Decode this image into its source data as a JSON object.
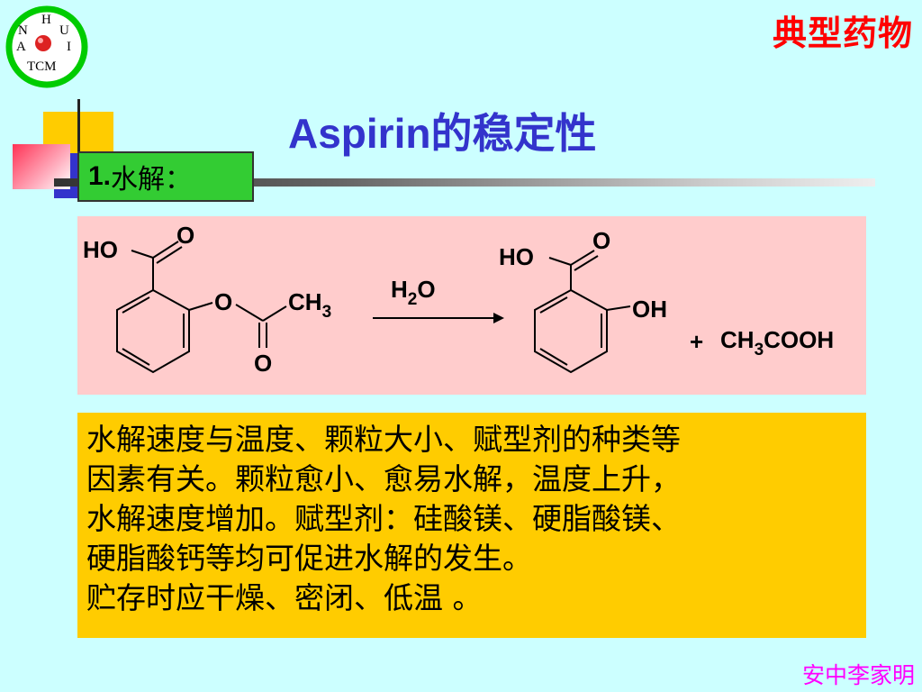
{
  "logo": {
    "letters": [
      "H",
      "N",
      "U",
      "A",
      "I"
    ],
    "caption": "TCM"
  },
  "header": {
    "top_title": "典型药物",
    "main_title": "Aspirin的稳定性"
  },
  "section": {
    "number": "1.",
    "label": "水解："
  },
  "reaction": {
    "reactant": {
      "ho": "HO",
      "o_carbonyl": "O",
      "o_ester": "O",
      "ch": "CH",
      "ch_sub": "3",
      "o_acetyl": "O"
    },
    "reagent": {
      "h": "H",
      "h_sub": "2",
      "o": "O"
    },
    "product": {
      "ho": "HO",
      "o_carbonyl": "O",
      "oh": "OH"
    },
    "byproduct": {
      "plus": "+",
      "ch": "CH",
      "ch_sub": "3",
      "rest": "COOH"
    }
  },
  "body_lines": [
    "水解速度与温度、颗粒大小、赋型剂的种类等",
    "因素有关。颗粒愈小、愈易水解，温度上升，",
    "水解速度增加。赋型剂：硅酸镁、硬脂酸镁、",
    "硬脂酸钙等均可促进水解的发生。",
    "贮存时应干燥、密闭、低温 。"
  ],
  "footer": {
    "author": "安中李家明"
  },
  "colors": {
    "background": "#ccffff",
    "top_title": "#ff0000",
    "main_title": "#3333cc",
    "section_label_bg": "#33cc33",
    "reaction_bg": "#ffcccc",
    "text_panel_bg": "#ffcc00",
    "author": "#ff00ff"
  }
}
